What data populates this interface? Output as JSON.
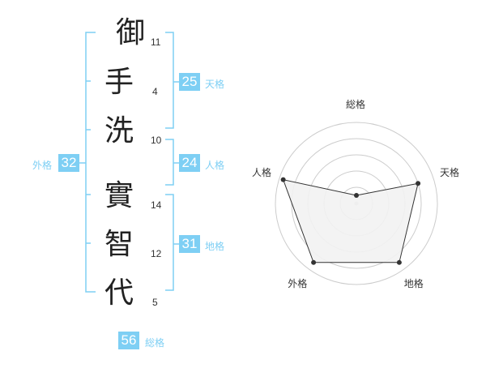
{
  "colors": {
    "accent": "#7ecff4",
    "accent_text": "#7ecff4",
    "radar_fill": "#f2f2f2",
    "radar_line": "#333333",
    "grid": "#cccccc"
  },
  "name": {
    "characters": [
      {
        "char": "御",
        "strokes": "11"
      },
      {
        "char": "手",
        "strokes": "4"
      },
      {
        "char": "洗",
        "strokes": "10"
      },
      {
        "char": "實",
        "strokes": "14"
      },
      {
        "char": "智",
        "strokes": "12"
      },
      {
        "char": "代",
        "strokes": "5"
      }
    ]
  },
  "fortunes": {
    "tenkaku": {
      "value": "25",
      "label": "天格"
    },
    "jinkaku": {
      "value": "24",
      "label": "人格"
    },
    "chikaku": {
      "value": "31",
      "label": "地格"
    },
    "gaikaku": {
      "value": "32",
      "label": "外格"
    },
    "soukaku": {
      "value": "56",
      "label": "総格"
    }
  },
  "chart_data": {
    "type": "radar",
    "axes": [
      "総格",
      "天格",
      "地格",
      "外格",
      "人格"
    ],
    "values": [
      0.1,
      0.8,
      0.9,
      0.9,
      0.95
    ],
    "range": [
      0,
      1
    ],
    "rings": 5
  }
}
